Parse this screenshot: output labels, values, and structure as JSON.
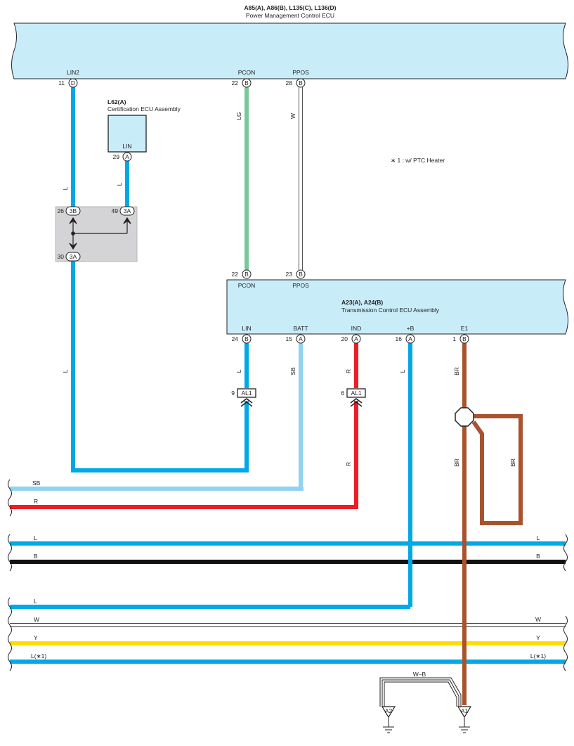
{
  "ecu_top": {
    "codes": "A85(A), A86(B), L135(C), L136(D)",
    "name": "Power Management Control ECU",
    "pins": [
      {
        "label": "LIN2",
        "num": "11",
        "conn": "D"
      },
      {
        "label": "PCON",
        "num": "22",
        "conn": "B"
      },
      {
        "label": "PPOS",
        "num": "28",
        "conn": "B"
      }
    ]
  },
  "cert_ecu": {
    "code": "L62(A)",
    "name": "Certification ECU Assembly",
    "pin_label": "LIN",
    "pin_num": "29",
    "pin_conn": "A"
  },
  "junction": {
    "pins": [
      {
        "num": "26",
        "conn": "3B"
      },
      {
        "num": "49",
        "conn": "3A"
      },
      {
        "num": "30",
        "conn": "3A"
      }
    ]
  },
  "tcu": {
    "codes": "A23(A), A24(B)",
    "name": "Transmission Control ECU Assembly",
    "top_pins": [
      {
        "label": "PCON",
        "num": "22",
        "conn": "B"
      },
      {
        "label": "PPOS",
        "num": "23",
        "conn": "B"
      }
    ],
    "bottom_pins": [
      {
        "label": "LIN",
        "num": "24",
        "conn": "B"
      },
      {
        "label": "BATT",
        "num": "15",
        "conn": "A"
      },
      {
        "label": "IND",
        "num": "20",
        "conn": "A"
      },
      {
        "label": "+B",
        "num": "16",
        "conn": "A"
      },
      {
        "label": "E1",
        "num": "1",
        "conn": "B"
      }
    ]
  },
  "note": "∗ 1 : w/ PTC Heater",
  "connectors": [
    {
      "num": "9",
      "code": "AL1"
    },
    {
      "num": "6",
      "code": "AL1"
    }
  ],
  "wire_colors": {
    "lin2": "L",
    "cert": "L",
    "lin_down": "L",
    "pcon": "LG",
    "ppos": "W",
    "lin": "L",
    "batt": "SB",
    "ind": "R",
    "ind2": "R",
    "plusb": "L",
    "e1": "BR",
    "e1b": "BR",
    "loop": "BR"
  },
  "buses": [
    {
      "label": "SB",
      "right": "",
      "color": "#8fd3f0"
    },
    {
      "label": "R",
      "right": "",
      "color": "#ee1c25"
    },
    {
      "label": "L",
      "right": "L",
      "color": "#00a8e8"
    },
    {
      "label": "B",
      "right": "B",
      "color": "#111111"
    },
    {
      "label": "L",
      "right": "",
      "color": "#00a8e8"
    },
    {
      "label": "W",
      "right": "W",
      "color": "#ffffff"
    },
    {
      "label": "Y",
      "right": "Y",
      "color": "#ffdd00"
    },
    {
      "label": "L(∗1)",
      "right": "L(∗1)",
      "color": "#00a8e8"
    }
  ],
  "grounds": [
    {
      "code": "A2",
      "wire": "W–B"
    },
    {
      "code": "A1",
      "wire": ""
    }
  ]
}
